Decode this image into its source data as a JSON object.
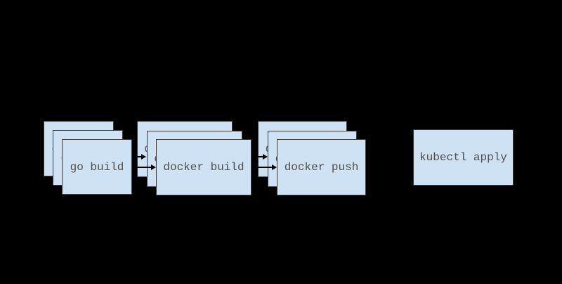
{
  "diagram": {
    "type": "pipeline-flow",
    "stages": [
      {
        "id": "go-build",
        "label": "go build",
        "layers": 3
      },
      {
        "id": "docker-build",
        "label": "docker build",
        "layers": 3
      },
      {
        "id": "docker-push",
        "label": "docker push",
        "layers": 3
      },
      {
        "id": "kubectl-apply",
        "label": "kubectl apply",
        "layers": 1
      }
    ],
    "connections": [
      {
        "from": "go-build",
        "to": "docker-build",
        "visible_arrows": 2
      },
      {
        "from": "docker-build",
        "to": "docker-push",
        "visible_arrows": 2
      }
    ],
    "colors": {
      "background": "#000000",
      "box_fill": "#cfe2f3",
      "box_border": "#3c3c3c",
      "box_text": "#4d4d4d",
      "arrow": "#000000"
    }
  }
}
